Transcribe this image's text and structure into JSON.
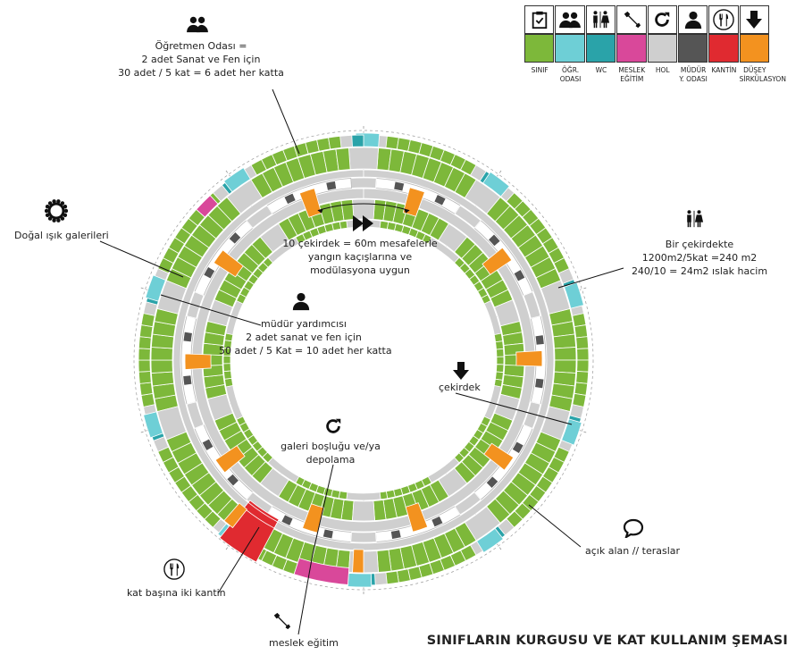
{
  "title": "SINIFLARIN KURGUSU VE KAT KULLANIM ŞEMASI",
  "colors": {
    "sinif": "#7db83a",
    "ogretmen": "#6ecfd6",
    "wc": "#2aa3a9",
    "meslek": "#d9489a",
    "hol": "#cfcfcf",
    "mudur": "#555555",
    "kantin": "#e02a30",
    "dusey": "#f3921f"
  },
  "legend": [
    {
      "icon": "clipboard-check-icon",
      "label": "SINIF",
      "color": "#7db83a"
    },
    {
      "icon": "two-people-icon",
      "label": "ÖĞR.\nODASI",
      "color": "#6ecfd6"
    },
    {
      "icon": "restroom-icon",
      "label": "WC",
      "color": "#2aa3a9"
    },
    {
      "icon": "wrench-icon",
      "label": "MESLEK\nEĞİTİM",
      "color": "#d9489a"
    },
    {
      "icon": "refresh-icon",
      "label": "HOL",
      "color": "#cfcfcf"
    },
    {
      "icon": "person-icon",
      "label": "MÜDÜR\nY. ODASI",
      "color": "#555555"
    },
    {
      "icon": "fork-knife-icon",
      "label": "KANTİN",
      "color": "#e02a30"
    },
    {
      "icon": "down-arrow-icon",
      "label": "DÜŞEY\nSİRKÜLASYON",
      "color": "#f3921f"
    }
  ],
  "annotations": {
    "ogretmen": [
      "Öğretmen Odası =",
      "2 adet Sanat ve Fen için",
      "30 adet / 5 kat = 6 adet her katta"
    ],
    "isik": [
      "Doğal ışık galerileri"
    ],
    "cekirdek_top": [
      "10 çekirdek = 60m mesafelerle",
      "yangın kaçışlarına ve",
      "modülasyona uygun"
    ],
    "mudur": [
      "müdür yardımcısı",
      "2 adet sanat ve fen için",
      "50 adet / 5 Kat = 10 adet her katta"
    ],
    "wc": [
      "Bir çekirdekte",
      "1200m2/5kat =240 m2",
      "240/10 = 24m2 ıslak hacim"
    ],
    "cekirdek": [
      "çekirdek"
    ],
    "galeri": [
      "galeri boşluğu ve/ya",
      "depolama"
    ],
    "acik": [
      "açık alan // teraslar"
    ],
    "kantin": [
      "kat başına iki kantin"
    ],
    "meslek": [
      "meslek eğitim"
    ]
  }
}
